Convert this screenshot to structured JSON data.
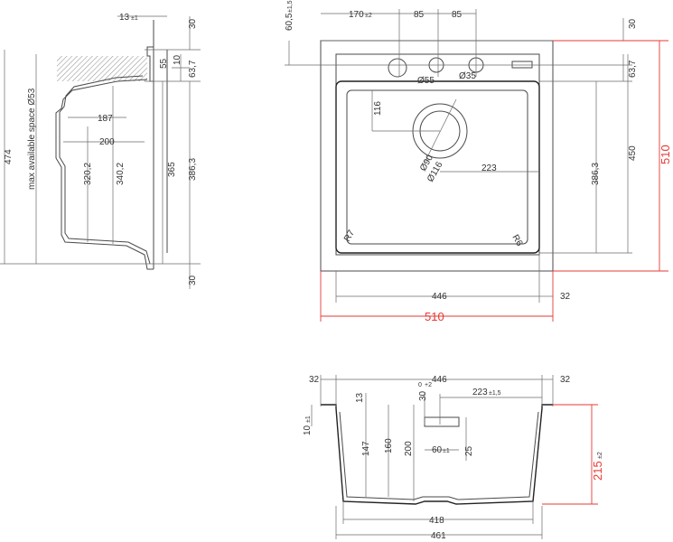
{
  "side": {
    "d13": "13",
    "d13_tol": "±1",
    "d30_top": "30",
    "d10": "10",
    "d55": "55",
    "d63_7": "63,7",
    "d474": "474",
    "max_space": "max available space Ø53",
    "d187": "187",
    "d200": "200",
    "d320_2": "320,2",
    "d340_2": "340,2",
    "d365": "365",
    "d386_3": "386,3",
    "d30_bottom": "30"
  },
  "top": {
    "d60_5": "60,5",
    "d60_5_tol": "±1,5",
    "d170": "170",
    "d170_tol": "±2",
    "d85a": "85",
    "d85b": "85",
    "d55": "Ø55",
    "d35": "Ø35",
    "d30": "30",
    "d63_7": "63,7",
    "d116": "116",
    "d90": "Ø90",
    "d116b": "Ø116",
    "d223": "223",
    "d386_3": "386,3",
    "d450": "450",
    "d510_v": "510",
    "r7": "R7",
    "r6": "R6",
    "d446": "446",
    "d32": "32",
    "d510_h": "510"
  },
  "front": {
    "d32_left": "32",
    "d446": "446",
    "d32_right": "32",
    "d13": "13",
    "d30": "30",
    "d30_tol_up": "+2",
    "d30_tol_dn": "0",
    "d223": "223",
    "d223_tol": "±1,5",
    "d10": "10",
    "d10_tol": "±1",
    "d147": "147",
    "d160": "160",
    "d200": "200",
    "d60": "60",
    "d60_tol": "±1",
    "d25": "25",
    "d215": "215",
    "d215_tol": "±2",
    "d418": "418",
    "d461": "461"
  }
}
